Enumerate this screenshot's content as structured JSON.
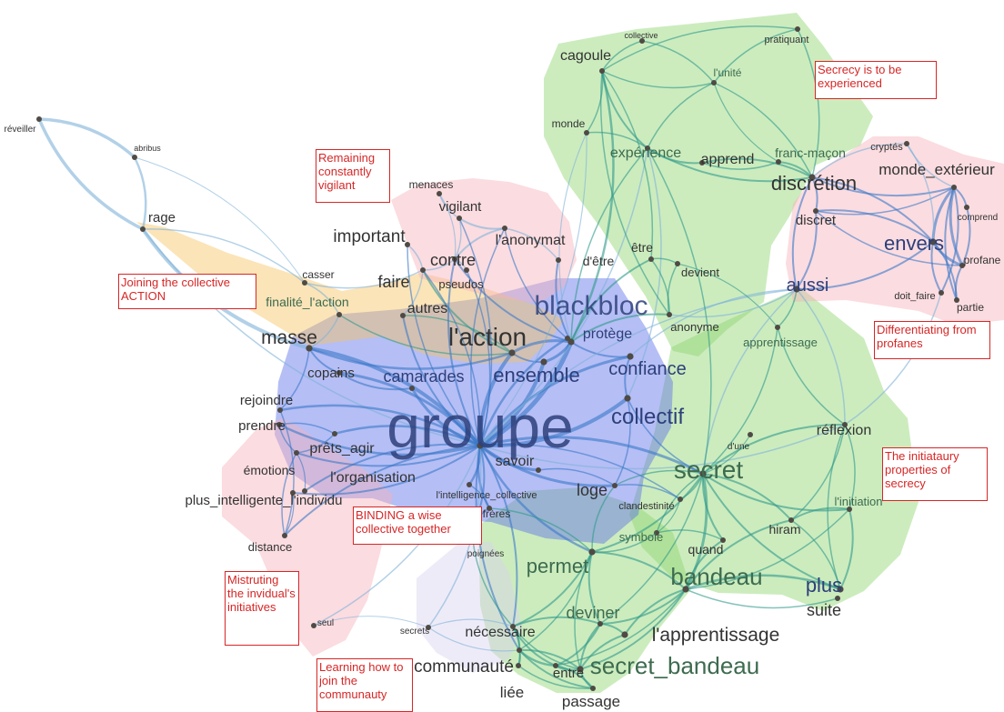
{
  "colors": {
    "cluster_blue": "#5b6ee8",
    "cluster_green": "#8fd46e",
    "cluster_pink": "#f6b1bb",
    "cluster_orange": "#f6c461",
    "cluster_lavender": "#d9d2f0",
    "edge_blue": "#3a78c8",
    "edge_green": "#2f9a8a",
    "edge_light": "#7fb2d8",
    "node": "#4f4a44",
    "note_border": "#d72626"
  },
  "annotations": [
    {
      "id": "secrecy",
      "text": "Secrecy is to be experienced"
    },
    {
      "id": "vigilant",
      "text": "Remaining constantly vigilant"
    },
    {
      "id": "joining",
      "text": "Joining the collective ACTION"
    },
    {
      "id": "differentiating",
      "text": "Differentiating from profanes"
    },
    {
      "id": "initiataury",
      "text": "The initiataury properties of secrecy"
    },
    {
      "id": "binding",
      "text": "BINDING a wise collective together"
    },
    {
      "id": "mistruting",
      "text": "Mistruting the invidual's initiatives"
    },
    {
      "id": "learning",
      "text": "Learning how to join the communauty"
    }
  ],
  "words": [
    {
      "id": "groupe",
      "text": "groupe"
    },
    {
      "id": "blackbloc",
      "text": "blackbloc"
    },
    {
      "id": "action",
      "text": "l'action"
    },
    {
      "id": "ensemble",
      "text": "ensemble"
    },
    {
      "id": "confiance",
      "text": "confiance"
    },
    {
      "id": "collectif",
      "text": "collectif"
    },
    {
      "id": "camarades",
      "text": "camarades"
    },
    {
      "id": "masse",
      "text": "masse"
    },
    {
      "id": "copains",
      "text": "copains"
    },
    {
      "id": "rejoindre",
      "text": "rejoindre"
    },
    {
      "id": "prendre",
      "text": "prendre"
    },
    {
      "id": "prets",
      "text": "prêts_agir"
    },
    {
      "id": "emotions",
      "text": "émotions"
    },
    {
      "id": "organisation",
      "text": "l'organisation"
    },
    {
      "id": "plusintel",
      "text": "plus_intelligente_l'individu"
    },
    {
      "id": "distance",
      "text": "distance"
    },
    {
      "id": "seul",
      "text": "seul"
    },
    {
      "id": "reveiller",
      "text": "réveiller"
    },
    {
      "id": "abribus",
      "text": "abribus"
    },
    {
      "id": "rage",
      "text": "rage"
    },
    {
      "id": "casser",
      "text": "casser"
    },
    {
      "id": "finalite",
      "text": "finalité_l'action"
    },
    {
      "id": "important",
      "text": "important"
    },
    {
      "id": "faire",
      "text": "faire"
    },
    {
      "id": "autres",
      "text": "autres"
    },
    {
      "id": "menaces",
      "text": "menaces"
    },
    {
      "id": "vigilantw",
      "text": "vigilant"
    },
    {
      "id": "anonymat",
      "text": "l'anonymat"
    },
    {
      "id": "contre",
      "text": "contre"
    },
    {
      "id": "pseudos",
      "text": "pseudos"
    },
    {
      "id": "detre",
      "text": "d'être"
    },
    {
      "id": "etre",
      "text": "être"
    },
    {
      "id": "devient",
      "text": "devient"
    },
    {
      "id": "anonyme",
      "text": "anonyme"
    },
    {
      "id": "protege",
      "text": "protège"
    },
    {
      "id": "cagoule",
      "text": "cagoule"
    },
    {
      "id": "collective",
      "text": "collective"
    },
    {
      "id": "pratiquant",
      "text": "pratiquant"
    },
    {
      "id": "unite",
      "text": "l'unité"
    },
    {
      "id": "monde",
      "text": "monde"
    },
    {
      "id": "experience",
      "text": "expérience"
    },
    {
      "id": "apprend",
      "text": "apprend"
    },
    {
      "id": "francmacon",
      "text": "franc-maçon"
    },
    {
      "id": "discretion",
      "text": "discrétion"
    },
    {
      "id": "discret",
      "text": "discret"
    },
    {
      "id": "cryptes",
      "text": "cryptés"
    },
    {
      "id": "mondeext",
      "text": "monde_extérieur"
    },
    {
      "id": "comprend",
      "text": "comprend"
    },
    {
      "id": "envers",
      "text": "envers"
    },
    {
      "id": "profane",
      "text": "profane"
    },
    {
      "id": "aussi",
      "text": "aussi"
    },
    {
      "id": "doitfaire",
      "text": "doit_faire"
    },
    {
      "id": "partie",
      "text": "partie"
    },
    {
      "id": "apprentissage",
      "text": "apprentissage"
    },
    {
      "id": "reflexion",
      "text": "réflexion"
    },
    {
      "id": "dune",
      "text": "d'une"
    },
    {
      "id": "secret",
      "text": "secret"
    },
    {
      "id": "initiation",
      "text": "l'initiation"
    },
    {
      "id": "hiram",
      "text": "hiram"
    },
    {
      "id": "quand",
      "text": "quand"
    },
    {
      "id": "symbole",
      "text": "symbole"
    },
    {
      "id": "clandestinite",
      "text": "clandestinité"
    },
    {
      "id": "loge",
      "text": "loge"
    },
    {
      "id": "savoir",
      "text": "savoir"
    },
    {
      "id": "intelcoll",
      "text": "l'intelligence_collective"
    },
    {
      "id": "freres",
      "text": "frères"
    },
    {
      "id": "poignees",
      "text": "poignées"
    },
    {
      "id": "permet",
      "text": "permet"
    },
    {
      "id": "bandeau",
      "text": "bandeau"
    },
    {
      "id": "plus",
      "text": "plus"
    },
    {
      "id": "suite",
      "text": "suite"
    },
    {
      "id": "deviner",
      "text": "deviner"
    },
    {
      "id": "lapprentissage",
      "text": "l'apprentissage"
    },
    {
      "id": "necessaire",
      "text": "nécessaire"
    },
    {
      "id": "secrets",
      "text": "secrets"
    },
    {
      "id": "communaute",
      "text": "communauté"
    },
    {
      "id": "entre",
      "text": "entre"
    },
    {
      "id": "secretbandeau",
      "text": "secret_bandeau"
    },
    {
      "id": "liee",
      "text": "liée"
    },
    {
      "id": "passage",
      "text": "passage"
    }
  ]
}
